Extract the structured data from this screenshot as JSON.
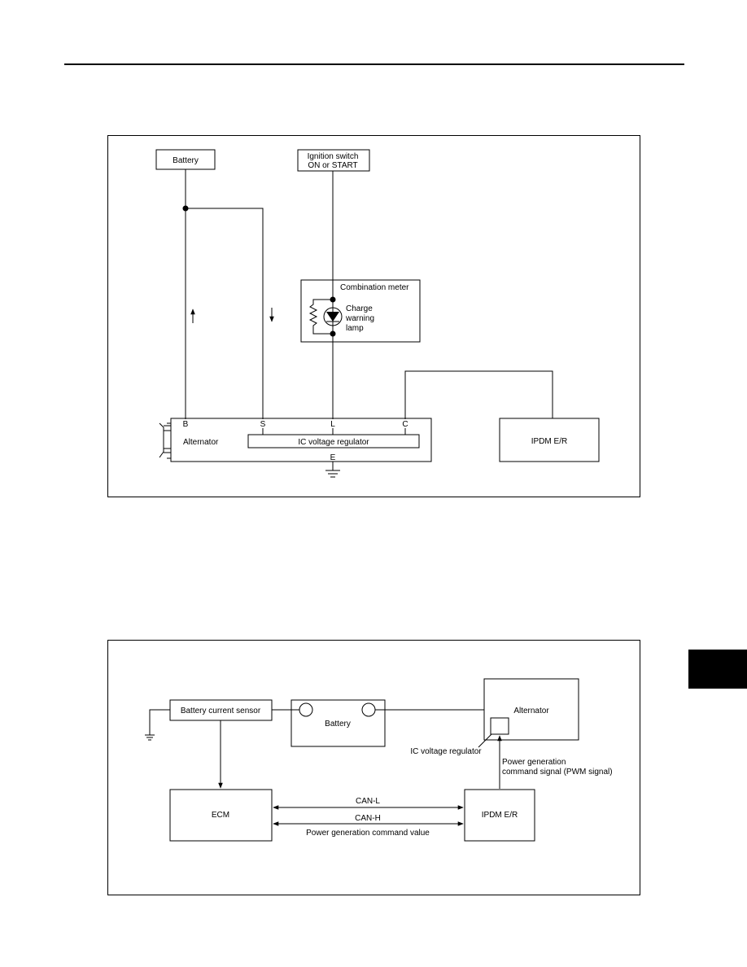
{
  "diagram1": {
    "battery": "Battery",
    "ignition_line1": "Ignition switch",
    "ignition_line2": "ON or START",
    "combination_meter": "Combination meter",
    "charge_line1": "Charge",
    "charge_line2": "warning",
    "charge_line3": "lamp",
    "alternator": "Alternator",
    "ic_voltage_regulator": "IC voltage regulator",
    "ipdm": "IPDM E/R",
    "terminals": {
      "b": "B",
      "s": "S",
      "l": "L",
      "c": "C",
      "e": "E"
    }
  },
  "diagram2": {
    "battery_current_sensor": "Battery current sensor",
    "battery": "Battery",
    "alternator": "Alternator",
    "ic_voltage_regulator": "IC voltage regulator",
    "power_gen_line1": "Power generation",
    "power_gen_line2": "command signal (PWM signal)",
    "ecm": "ECM",
    "ipdm": "IPDM E/R",
    "can_l": "CAN-L",
    "can_h": "CAN-H",
    "power_gen_value": "Power generation command value"
  }
}
